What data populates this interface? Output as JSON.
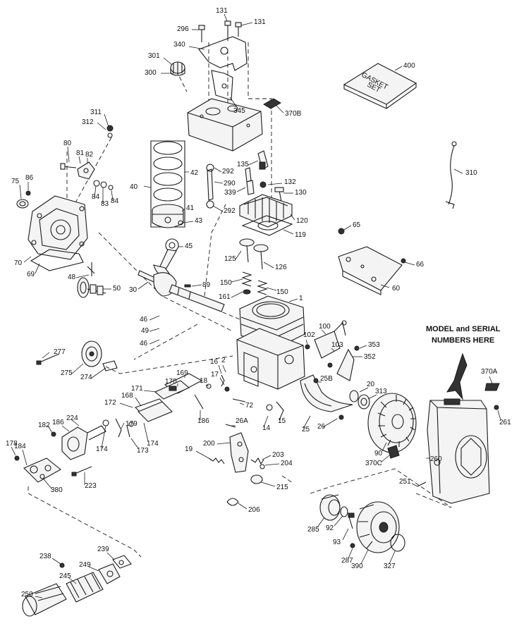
{
  "note": {
    "line1": "MODEL and SERIAL",
    "line2": "NUMBERS HERE"
  },
  "gasket_set": {
    "line1": "GASKET",
    "line2": "SET"
  },
  "labels": [
    "131",
    "131",
    "296",
    "340",
    "301",
    "300",
    "345",
    "370B",
    "400",
    "311",
    "312",
    "80",
    "81",
    "82",
    "86",
    "75",
    "84",
    "83",
    "84",
    "70",
    "69",
    "42",
    "40",
    "41",
    "43",
    "45",
    "48",
    "50",
    "30",
    "89",
    "292",
    "135",
    "290",
    "339",
    "132",
    "130",
    "292",
    "120",
    "119",
    "125",
    "126",
    "150",
    "150",
    "161",
    "1",
    "46",
    "49",
    "46",
    "310",
    "65",
    "66",
    "60",
    "277",
    "275",
    "274",
    "102",
    "100",
    "103",
    "353",
    "352",
    "16",
    "17",
    "18",
    "169",
    "170",
    "171",
    "172",
    "168",
    "179",
    "174",
    "174",
    "173",
    "186",
    "2",
    "25B",
    "20",
    "313",
    "72",
    "14",
    "15",
    "25",
    "26",
    "182",
    "186",
    "224",
    "178",
    "184",
    "380",
    "223",
    "26A",
    "19",
    "200",
    "203",
    "204",
    "215",
    "206",
    "370A",
    "261",
    "90",
    "370C",
    "260",
    "251",
    "285",
    "92",
    "93",
    "287",
    "390",
    "327",
    "238",
    "239",
    "249",
    "245",
    "250"
  ]
}
